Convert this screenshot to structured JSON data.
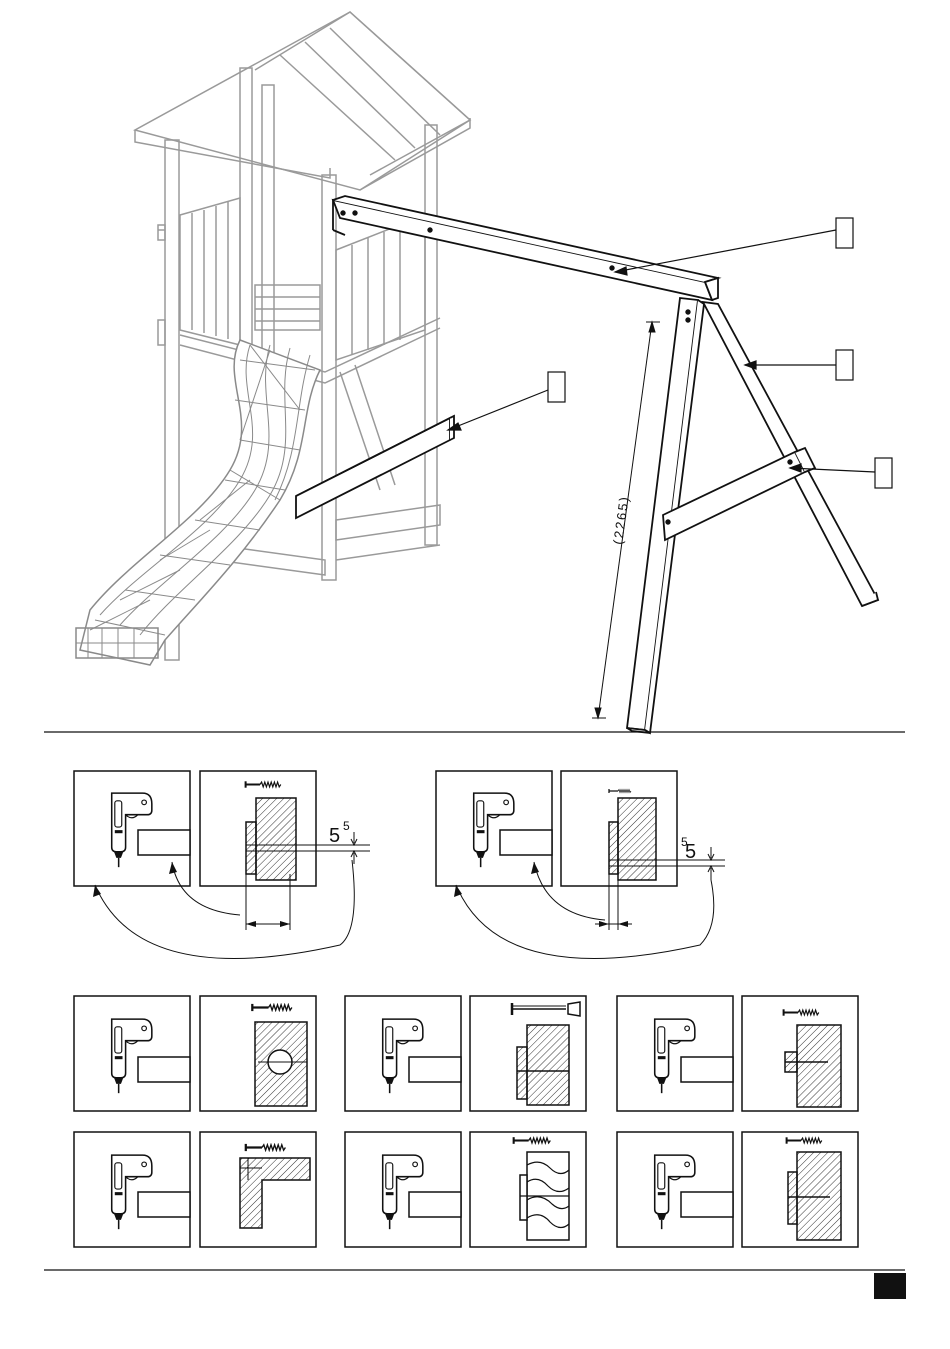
{
  "assembly": {
    "dimension_label": "(2265)"
  },
  "drill_panels": {
    "depth_label_a": "5",
    "depth_label_b": "5"
  }
}
